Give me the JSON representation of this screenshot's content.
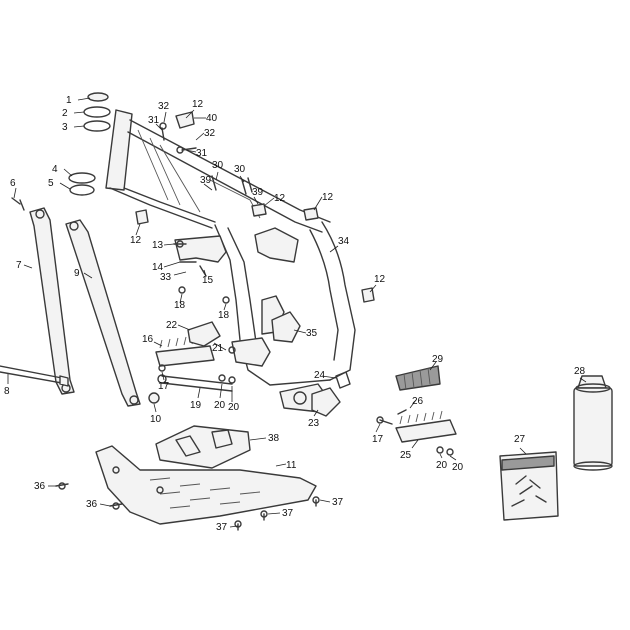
{
  "callouts": [
    {
      "n": "1"
    },
    {
      "n": "2"
    },
    {
      "n": "3"
    },
    {
      "n": "4"
    },
    {
      "n": "5"
    },
    {
      "n": "6"
    },
    {
      "n": "7"
    },
    {
      "n": "8"
    },
    {
      "n": "9"
    },
    {
      "n": "10"
    },
    {
      "n": "11"
    },
    {
      "n": "12"
    },
    {
      "n": "12"
    },
    {
      "n": "12"
    },
    {
      "n": "12"
    },
    {
      "n": "12"
    },
    {
      "n": "13"
    },
    {
      "n": "14"
    },
    {
      "n": "15"
    },
    {
      "n": "16"
    },
    {
      "n": "17"
    },
    {
      "n": "17"
    },
    {
      "n": "18"
    },
    {
      "n": "18"
    },
    {
      "n": "19"
    },
    {
      "n": "20"
    },
    {
      "n": "20"
    },
    {
      "n": "20"
    },
    {
      "n": "20"
    },
    {
      "n": "21"
    },
    {
      "n": "22"
    },
    {
      "n": "23"
    },
    {
      "n": "24"
    },
    {
      "n": "25"
    },
    {
      "n": "26"
    },
    {
      "n": "27"
    },
    {
      "n": "28"
    },
    {
      "n": "29"
    },
    {
      "n": "30"
    },
    {
      "n": "30"
    },
    {
      "n": "31"
    },
    {
      "n": "31"
    },
    {
      "n": "32"
    },
    {
      "n": "32"
    },
    {
      "n": "33"
    },
    {
      "n": "34"
    },
    {
      "n": "35"
    },
    {
      "n": "36"
    },
    {
      "n": "36"
    },
    {
      "n": "37"
    },
    {
      "n": "37"
    },
    {
      "n": "37"
    },
    {
      "n": "38"
    },
    {
      "n": "39"
    },
    {
      "n": "39"
    },
    {
      "n": "40"
    }
  ],
  "colors": {
    "line": "#3a3a3a",
    "label": "#111111",
    "background": "#ffffff"
  }
}
